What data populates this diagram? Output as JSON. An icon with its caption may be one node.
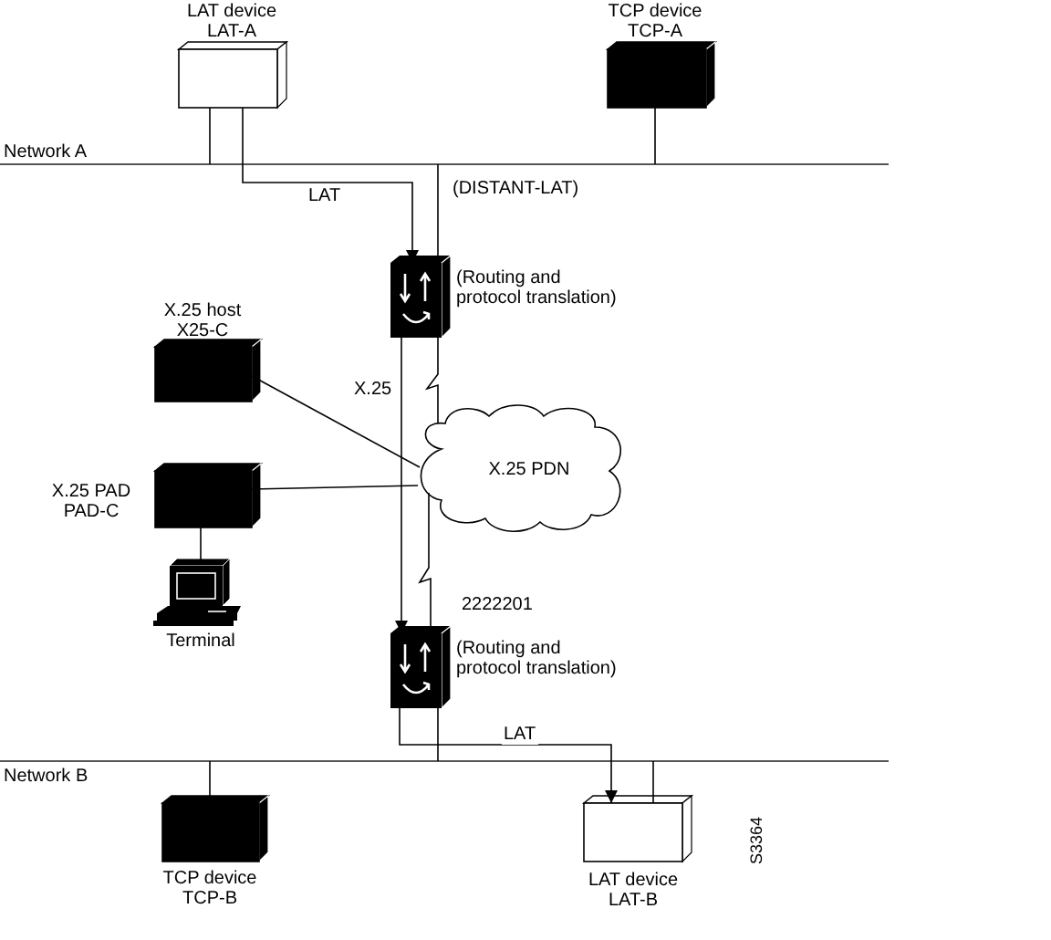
{
  "diagram": {
    "nodes": [
      {
        "text": [
          "LAT device LAT-A"
        ]
      },
      {
        "text": [
          "TCP device TCP-A"
        ]
      },
      {
        "text": [
          "Network A"
        ]
      },
      {
        "text": [],
        "shape": "box",
        "beside": [
          "(Routing and protocol translation)"
        ]
      },
      {
        "text": [
          "X.25 host X25-C"
        ]
      },
      {
        "text": [
          "X.25 PDN"
        ]
      },
      {
        "text": [
          "X.25 PAD PAD-C"
        ]
      },
      {
        "text": [
          "Terminal"
        ]
      },
      {
        "text": [],
        "shape": "box",
        "beside": [
          "(Routing and protocol translation)"
        ]
      },
      {
        "text": [
          "Network B"
        ]
      },
      {
        "text": [
          "TCP device TCP-B"
        ]
      },
      {
        "text": [
          "LAT device LAT-B"
        ]
      }
    ],
    "edges": [
      {
        "from": 0,
        "to": 2,
        "arrow": "none"
      },
      {
        "from": 0,
        "to": 3,
        "arrow": "to",
        "label": "LAT"
      },
      {
        "from": 1,
        "to": 2,
        "arrow": "none"
      },
      {
        "from": 2,
        "to": 3,
        "arrow": "none",
        "label": "(DISTANT-LAT)"
      },
      {
        "from": 3,
        "to": 5,
        "arrow": "none"
      },
      {
        "from": 3,
        "to": 8,
        "arrow": "to",
        "label": "X.25"
      },
      {
        "from": 4,
        "to": 5,
        "arrow": "none"
      },
      {
        "from": 6,
        "to": 5,
        "arrow": "none"
      },
      {
        "from": 6,
        "to": 7,
        "arrow": "none"
      },
      {
        "from": 5,
        "to": 8,
        "arrow": "none",
        "label": "2222201"
      },
      {
        "from": 8,
        "to": 9,
        "arrow": "none"
      },
      {
        "from": 8,
        "to": 11,
        "arrow": "to",
        "label": "LAT"
      },
      {
        "from": 9,
        "to": 10,
        "arrow": "none"
      },
      {
        "from": 9,
        "to": 11,
        "arrow": "none"
      }
    ],
    "labels": [
      "S3364"
    ]
  }
}
